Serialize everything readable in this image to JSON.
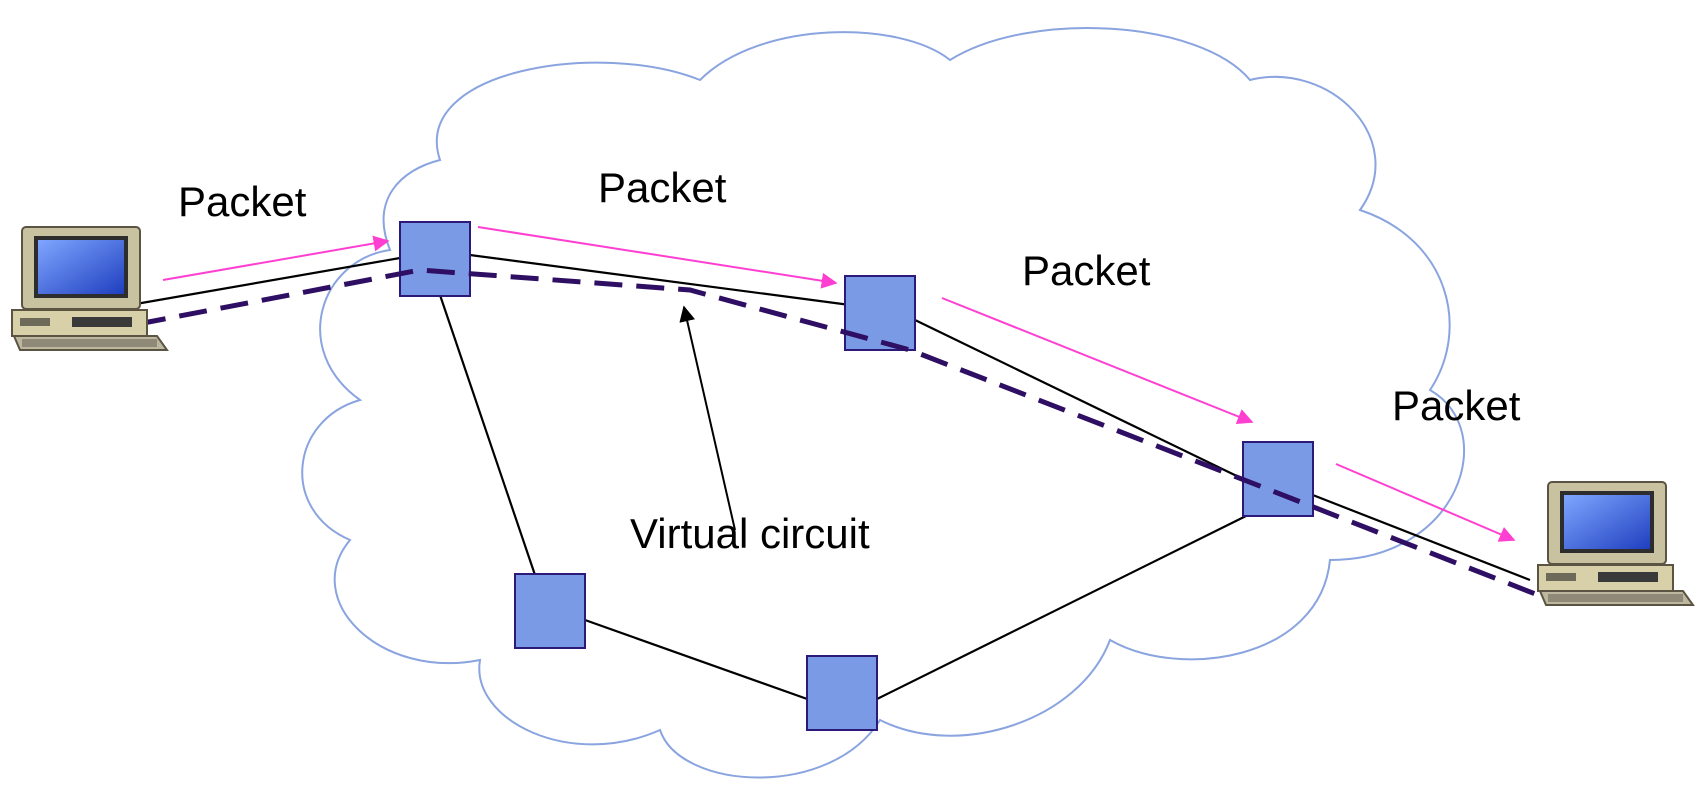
{
  "labels": {
    "packet_1": "Packet",
    "packet_2": "Packet",
    "packet_3": "Packet",
    "packet_4": "Packet",
    "virtual_circuit": "Virtual circuit"
  },
  "colors": {
    "cloud_outline": "#8aa4e0",
    "router_fill": "#7b9ae6",
    "router_stroke": "#2b1a7a",
    "packet_arrow": "#ff3fd2",
    "virtual_circuit_dash": "#2e0f63",
    "link_line": "#000000",
    "monitor_screen": "#3a6be0"
  },
  "icons": {
    "left_host": "computer-icon",
    "right_host": "computer-icon"
  }
}
